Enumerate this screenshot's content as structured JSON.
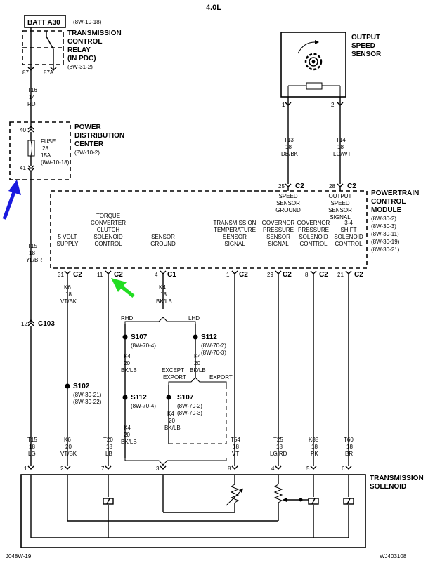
{
  "title": "4.0L",
  "batt": {
    "label": "BATT A30",
    "ref": "(8W-10-18)"
  },
  "relay": {
    "line1": "TRANSMISSION",
    "line2": "CONTROL",
    "line3": "RELAY",
    "line4": "(IN PDC)",
    "ref": "(8W-31-2)",
    "pin_left": "87",
    "pin_right": "87A"
  },
  "wire_t16": {
    "circuit": "T16",
    "gauge": "14",
    "color": "RD"
  },
  "pdc": {
    "line1": "POWER",
    "line2": "DISTRIBUTION",
    "line3": "CENTER",
    "ref": "(8W-10-2)",
    "fuse_label": "FUSE",
    "fuse_num": "28",
    "fuse_amp": "15A",
    "fuse_ref": "(8W-10-18)",
    "pin_top": "40",
    "pin_bottom": "41"
  },
  "oss": {
    "line1": "OUTPUT",
    "line2": "SPEED",
    "line3": "SENSOR",
    "pin1": "1",
    "pin2": "2"
  },
  "wire_t13": {
    "circuit": "T13",
    "gauge": "18",
    "color": "DB/BK"
  },
  "wire_t14": {
    "circuit": "T14",
    "gauge": "18",
    "color": "LG/WT"
  },
  "pcm": {
    "line1": "POWERTRAIN",
    "line2": "CONTROL",
    "line3": "MODULE",
    "refs": [
      "(8W-30-2)",
      "(8W-30-3)",
      "(8W-30-11)",
      "(8W-30-19)",
      "(8W-30-21)"
    ],
    "top_pins": [
      {
        "pin": "25",
        "conn": "C2",
        "lines": [
          "SPEED",
          "SENSOR",
          "GROUND"
        ]
      },
      {
        "pin": "28",
        "conn": "C2",
        "lines": [
          "OUTPUT",
          "SPEED",
          "SENSOR",
          "SIGNAL"
        ]
      }
    ],
    "bottom_pins": [
      {
        "pin": "31",
        "conn": "C2",
        "lines": [
          "5 VOLT",
          "SUPPLY"
        ]
      },
      {
        "pin": "11",
        "conn": "C2",
        "lines": [
          "TORQUE",
          "CONVERTER",
          "CLUTCH",
          "SOLENOID",
          "CONTROL"
        ]
      },
      {
        "pin": "4",
        "conn": "C1",
        "lines": [
          "SENSOR",
          "GROUND"
        ]
      },
      {
        "pin": "1",
        "conn": "C2",
        "lines": [
          "TRANSMISSION",
          "TEMPERATURE",
          "SENSOR",
          "SIGNAL"
        ]
      },
      {
        "pin": "29",
        "conn": "C2",
        "lines": [
          "GOVERNOR",
          "PRESSURE",
          "SENSOR",
          "SIGNAL"
        ]
      },
      {
        "pin": "8",
        "conn": "C2",
        "lines": [
          "GOVERNOR",
          "PRESSURE",
          "SOLENOID",
          "CONTROL"
        ]
      },
      {
        "pin": "21",
        "conn": "C2",
        "lines": [
          "3-4",
          "SHIFT",
          "SOLENOID",
          "CONTROL"
        ]
      }
    ]
  },
  "wire_t15_top": {
    "circuit": "T15",
    "gauge": "18",
    "color": "YL/BR"
  },
  "c103": {
    "pin": "12",
    "name": "C103"
  },
  "wire_k6_top": {
    "circuit": "K6",
    "gauge": "18",
    "color": "VT/BK"
  },
  "wire_k4_top": {
    "circuit": "K4",
    "gauge": "18",
    "color": "BK/LB"
  },
  "splice_s102": {
    "name": "S102",
    "ref1": "(8W-30-21)",
    "ref2": "(8W-30-22)"
  },
  "rhd": "RHD",
  "lhd": "LHD",
  "splice_s107_rhd": {
    "name": "S107",
    "ref": "(8W-70-4)"
  },
  "wire_k4_rhd": {
    "circuit": "K4",
    "gauge": "20",
    "color": "BK/LB"
  },
  "splice_s112_rhd": {
    "name": "S112",
    "ref": "(8W-70-4)"
  },
  "wire_k4_rhd2": {
    "circuit": "K4",
    "gauge": "20",
    "color": "BK/LB"
  },
  "splice_s112_lhd": {
    "name": "S112",
    "ref1": "(8W-70-2)",
    "ref2": "(8W-70-3)"
  },
  "wire_k4_lhd": {
    "circuit": "K4",
    "gauge": "20",
    "color": "BK/LB"
  },
  "except_export": {
    "line1": "EXCEPT",
    "line2": "EXPORT"
  },
  "export": "EXPORT",
  "splice_s107_lhd": {
    "name": "S107",
    "ref1": "(8W-70-2)",
    "ref2": "(8W-70-3)"
  },
  "wire_k4_lhd2": {
    "circuit": "K4",
    "gauge": "20",
    "color": "BK/LB"
  },
  "bottom_wires": [
    {
      "circuit": "T15",
      "gauge": "18",
      "color": "LG",
      "pin": "1"
    },
    {
      "circuit": "K6",
      "gauge": "20",
      "color": "VT/BK",
      "pin": "2"
    },
    {
      "circuit": "T20",
      "gauge": "18",
      "color": "LB",
      "pin": "7"
    },
    {
      "circuit": "",
      "gauge": "",
      "color": "",
      "pin": "3"
    },
    {
      "circuit": "T54",
      "gauge": "18",
      "color": "VT",
      "pin": "8"
    },
    {
      "circuit": "T25",
      "gauge": "18",
      "color": "LG/RD",
      "pin": "4"
    },
    {
      "circuit": "K88",
      "gauge": "18",
      "color": "PK",
      "pin": "5"
    },
    {
      "circuit": "T60",
      "gauge": "18",
      "color": "BR",
      "pin": "6"
    }
  ],
  "solenoid": {
    "line1": "TRANSMISSION",
    "line2": "SOLENOID"
  },
  "footer_left": "J048W-19",
  "footer_right": "WJ403108",
  "colors": {
    "arrow_blue": "#1a1adf",
    "arrow_green": "#22dd22"
  }
}
